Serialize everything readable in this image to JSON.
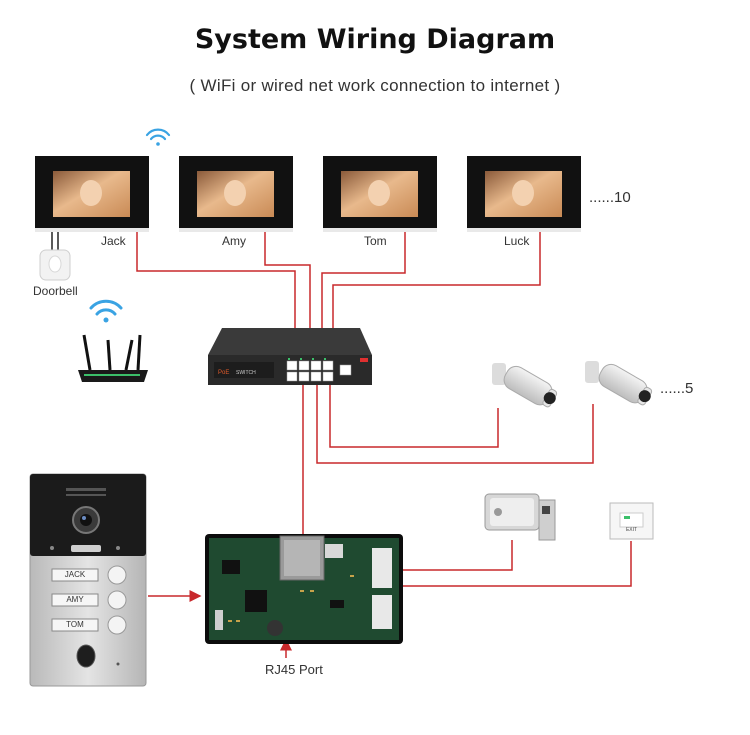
{
  "title": "System Wiring Diagram",
  "subtitle": "( WiFi or wired net work connection to internet )",
  "monitors": [
    {
      "name": "Jack"
    },
    {
      "name": "Amy"
    },
    {
      "name": "Tom"
    },
    {
      "name": "Luck"
    }
  ],
  "monitors_more": "......10",
  "doorbell_label": "Doorbell",
  "cameras_more": "......5",
  "switch_brand": "SWITCH",
  "outdoor_station_buttons": [
    "JACK",
    "AMY",
    "TOM"
  ],
  "rj45_label": "RJ45 Port",
  "exit_button_text": "EXIT",
  "wire_color": "#c8282c"
}
